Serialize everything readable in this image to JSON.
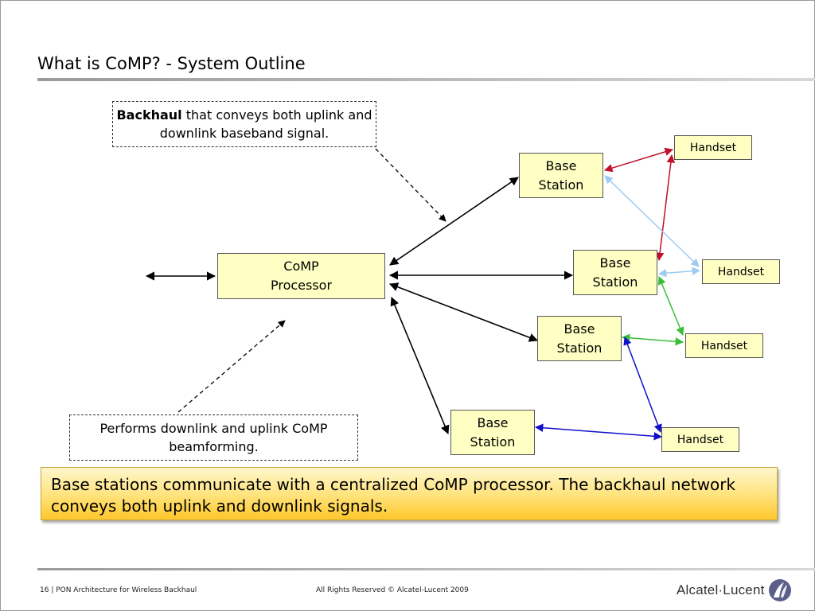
{
  "slide": {
    "title": "What is CoMP? - System Outline"
  },
  "diagram": {
    "comp_processor": {
      "line1": "CoMP",
      "line2": "Processor"
    },
    "base_stations": [
      {
        "line1": "Base",
        "line2": "Station"
      },
      {
        "line1": "Base",
        "line2": "Station"
      },
      {
        "line1": "Base",
        "line2": "Station"
      },
      {
        "line1": "Base",
        "line2": "Station"
      }
    ],
    "handsets": [
      {
        "label": "Handset"
      },
      {
        "label": "Handset"
      },
      {
        "label": "Handset"
      },
      {
        "label": "Handset"
      }
    ],
    "backhaul_note": {
      "bold": "Backhaul",
      "rest": " that conveys both uplink and downlink baseband signal."
    },
    "processor_note": {
      "text": "Performs downlink and uplink CoMP beamforming."
    },
    "colors": {
      "node_fill": "#ffffc4",
      "link_red": "#c0102a",
      "link_lightblue": "#9ecbf0",
      "link_green": "#38c038",
      "link_blue": "#1010c8"
    }
  },
  "callout": {
    "text": "Base stations communicate with a centralized CoMP processor.  The backhaul network conveys both uplink and downlink signals."
  },
  "footer": {
    "left": "16 | PON Architecture for Wireless Backhaul",
    "center": "All Rights Reserved © Alcatel-Lucent 2009",
    "logo_text": "Alcatel·Lucent"
  }
}
